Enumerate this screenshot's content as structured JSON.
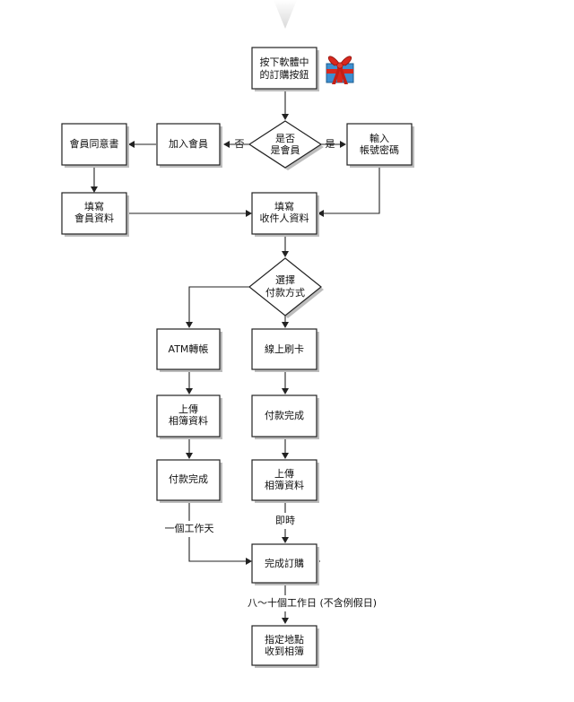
{
  "nodes": {
    "press_order": [
      "按下軟體中",
      "的訂購按鈕"
    ],
    "is_member": [
      "是否",
      "是會員"
    ],
    "join_member": [
      "加入會員"
    ],
    "member_agreement": [
      "會員同意書"
    ],
    "enter_password": [
      "輸入",
      "帳號密碼"
    ],
    "fill_member": [
      "填寫",
      "會員資料"
    ],
    "fill_recipient": [
      "填寫",
      "收件人資料"
    ],
    "choose_payment": [
      "選擇",
      "付款方式"
    ],
    "atm": [
      "ATM轉帳"
    ],
    "credit_card": [
      "線上刷卡"
    ],
    "upload_left": [
      "上傳",
      "相簿資料"
    ],
    "paid_left": [
      "付款完成"
    ],
    "paid_right": [
      "付款完成"
    ],
    "upload_right": [
      "上傳",
      "相簿資料"
    ],
    "order_done": [
      "完成訂購"
    ],
    "deliver": [
      "指定地點",
      "收到相簿"
    ]
  },
  "edge_labels": {
    "no": "否",
    "yes": "是",
    "immediately": "即時",
    "one_day": "一個工作天",
    "eight_ten": "八～十個工作日 (不含例假日)"
  },
  "colors": {
    "stroke": "#222222",
    "shadow": "#bdbdbd",
    "gift_red": "#d8281e",
    "gift_blue": "#3d8fd1"
  }
}
